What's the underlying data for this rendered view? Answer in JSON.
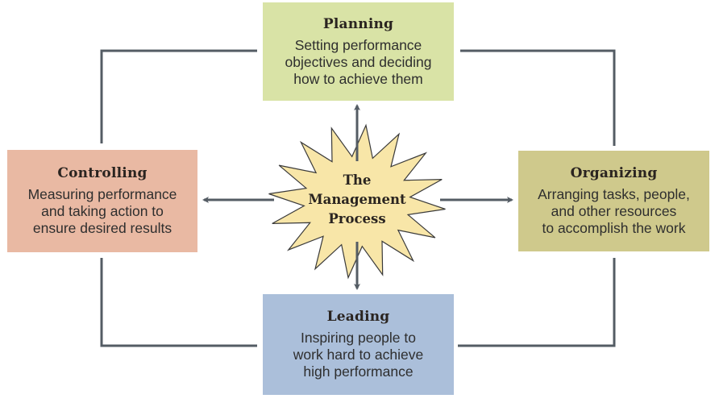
{
  "diagram": {
    "center": {
      "label": "The\nManagement\nProcess",
      "shape": "starburst",
      "color": "#f8e6a8"
    },
    "nodes": [
      {
        "id": "planning",
        "title": "Planning",
        "description": "Setting performance\nobjectives and deciding\nhow to achieve them",
        "color": "#d9e3a6",
        "position": "top"
      },
      {
        "id": "organizing",
        "title": "Organizing",
        "description": "Arranging tasks, people,\nand other resources\nto accomplish the work",
        "color": "#cfc98c",
        "position": "right"
      },
      {
        "id": "leading",
        "title": "Leading",
        "description": "Inspiring people to\nwork hard to achieve\nhigh performance",
        "color": "#abbfda",
        "position": "bottom"
      },
      {
        "id": "controlling",
        "title": "Controlling",
        "description": "Measuring performance\nand taking action to\nensure desired results",
        "color": "#e9b9a3",
        "position": "left"
      }
    ],
    "edges": [
      {
        "from": "center",
        "to": "planning",
        "type": "arrow"
      },
      {
        "from": "center",
        "to": "organizing",
        "type": "arrow"
      },
      {
        "from": "center",
        "to": "leading",
        "type": "arrow"
      },
      {
        "from": "center",
        "to": "controlling",
        "type": "arrow"
      },
      {
        "from": "planning",
        "to": "organizing",
        "type": "line"
      },
      {
        "from": "organizing",
        "to": "leading",
        "type": "line"
      },
      {
        "from": "leading",
        "to": "controlling",
        "type": "line"
      },
      {
        "from": "controlling",
        "to": "planning",
        "type": "line"
      }
    ],
    "line_color": "#545c64"
  }
}
